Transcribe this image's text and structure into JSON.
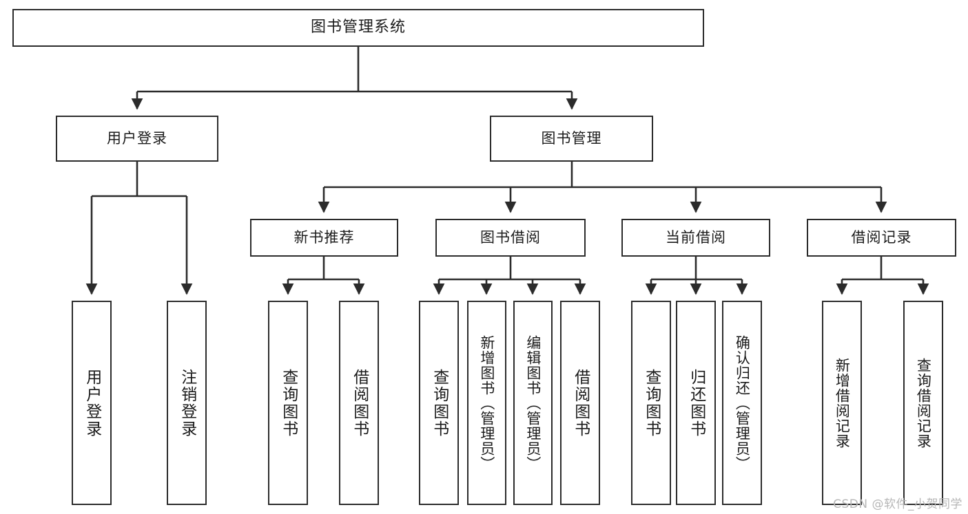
{
  "diagram": {
    "title": "图书管理系统",
    "type": "functional-decomposition-tree",
    "colors": {
      "node_border": "#2b2b2b",
      "node_fill": "#ffffff",
      "connector": "#2b2b2b",
      "text": "#1b1b1b",
      "watermark": "#b6b6b6",
      "background": "#ffffff"
    },
    "watermark": "CSDN @软件_小贺同学",
    "levels": {
      "root": {
        "label": "图书管理系统"
      },
      "level2": [
        {
          "label": "用户登录"
        },
        {
          "label": "图书管理"
        }
      ],
      "level3": [
        {
          "label": "新书推荐"
        },
        {
          "label": "图书借阅"
        },
        {
          "label": "当前借阅"
        },
        {
          "label": "借阅记录"
        }
      ],
      "leaves": {
        "user_login": [
          {
            "label": "用户登录"
          },
          {
            "label": "注销登录"
          }
        ],
        "new_book_recommend": [
          {
            "label": "查询图书"
          },
          {
            "label": "借阅图书"
          }
        ],
        "book_borrow": [
          {
            "label": "查询图书"
          },
          {
            "label": "新增图书（管理员）"
          },
          {
            "label": "编辑图书（管理员）"
          },
          {
            "label": "借阅图书"
          }
        ],
        "current_borrow": [
          {
            "label": "查询图书"
          },
          {
            "label": "归还图书"
          },
          {
            "label": "确认归还（管理员）"
          }
        ],
        "borrow_record": [
          {
            "label": "新增借阅记录"
          },
          {
            "label": "查询借阅记录"
          }
        ]
      }
    }
  }
}
